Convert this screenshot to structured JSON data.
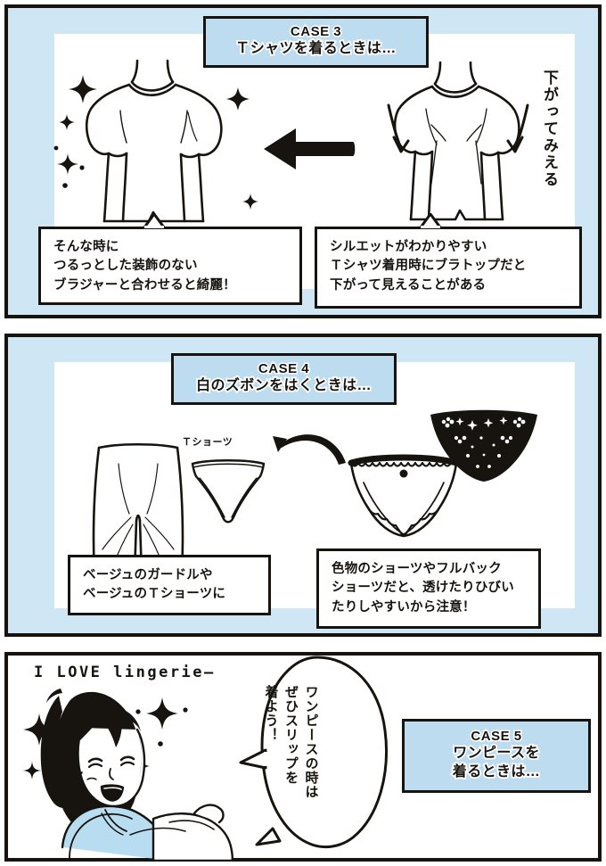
{
  "page": {
    "colors": {
      "ink": "#17140f",
      "panel_band": "#cfe7f5",
      "case_box_bg": "#bedcf0",
      "paper": "#ffffff",
      "clothing_blue": "#b8dcf0"
    }
  },
  "panel1": {
    "case_number": "CASE 3",
    "case_title": "Ｔシャツを着るときは…",
    "vertical_note": "下がってみえる",
    "arrow": "left-arrow",
    "left_caption": [
      "そんな時に",
      "つるっとした装飾のない",
      "ブラジャーと合わせると綺麗！"
    ],
    "right_caption": [
      "シルエットがわかりやすい",
      "Ｔシャツ着用時にブラトップだと",
      "下がって見えることがある"
    ]
  },
  "panel2": {
    "case_number": "CASE 4",
    "case_title": "白のズボンをはくときは…",
    "item_label": "Ｔショーツ",
    "left_caption": [
      "ベージュのガードルや",
      "ベージュのＴショーツに"
    ],
    "right_caption": [
      "色物のショーツやフルバック",
      "ショーツだと、透けたりひびい",
      "たりしやすいから注意！"
    ]
  },
  "panel3": {
    "headline": "I LOVE lingerie—",
    "speech": [
      "ワンピースの時は",
      "ぜひスリップを",
      "着よう！"
    ],
    "case_number": "CASE 5",
    "case_title_line1": "ワンピースを",
    "case_title_line2": "着るときは…"
  }
}
